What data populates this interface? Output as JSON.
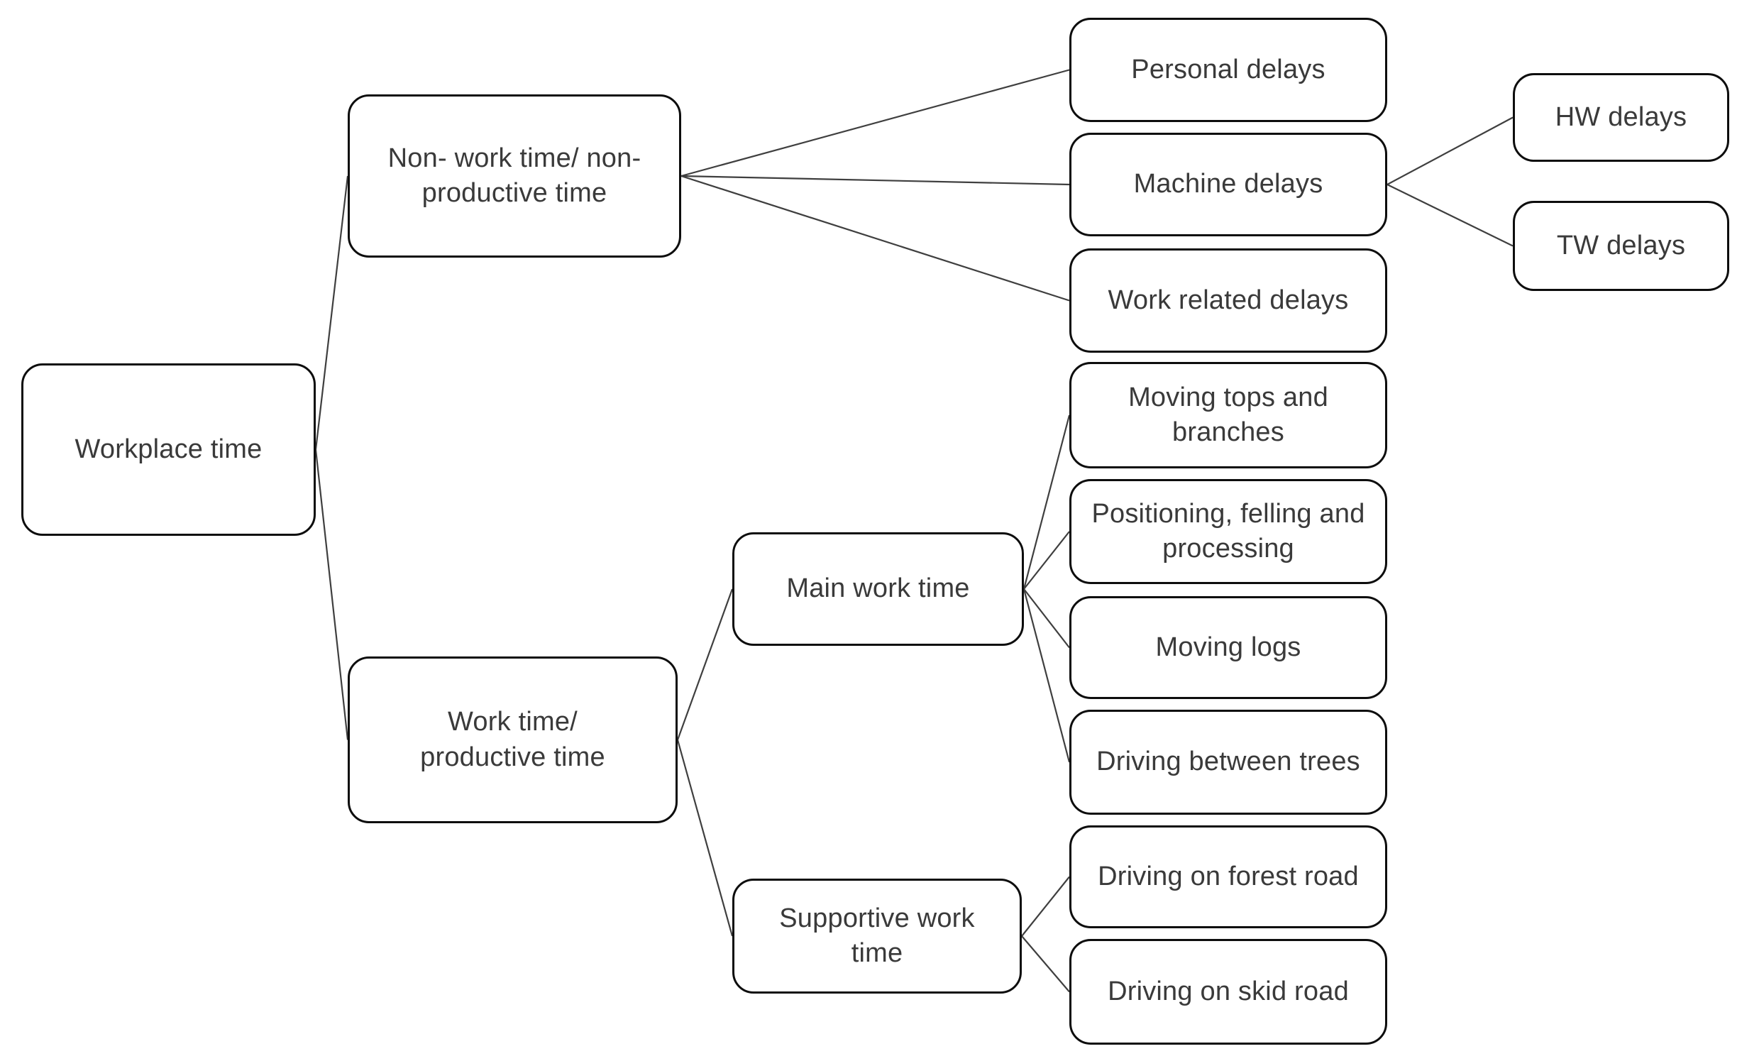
{
  "diagram": {
    "colors": {
      "background": "#ffffff",
      "box_border": "#0d0d0d",
      "text": "#3a3a3a",
      "connector": "#3f3f3f"
    },
    "nodes": {
      "workplace": {
        "label": "Workplace time"
      },
      "nonwork": {
        "label": "Non- work time/ non-\nproductive time"
      },
      "worktime": {
        "label": "Work time/\nproductive time"
      },
      "main": {
        "label": "Main work time"
      },
      "supportive": {
        "label": "Supportive work\ntime"
      },
      "personal": {
        "label": "Personal delays"
      },
      "machine": {
        "label": "Machine delays"
      },
      "workrelated": {
        "label": "Work related delays"
      },
      "movingtops": {
        "label": "Moving tops and\nbranches"
      },
      "positioning": {
        "label": "Positioning, felling and\nprocessing"
      },
      "movinglogs": {
        "label": "Moving logs"
      },
      "drivingtrees": {
        "label": "Driving between trees"
      },
      "forestroad": {
        "label": "Driving on forest road"
      },
      "skidroad": {
        "label": "Driving on skid road"
      },
      "hw": {
        "label": "HW delays"
      },
      "tw": {
        "label": "TW delays"
      }
    },
    "edges": [
      {
        "from": "workplace",
        "to": "nonwork"
      },
      {
        "from": "workplace",
        "to": "worktime"
      },
      {
        "from": "nonwork",
        "to": "personal"
      },
      {
        "from": "nonwork",
        "to": "machine"
      },
      {
        "from": "nonwork",
        "to": "workrelated"
      },
      {
        "from": "machine",
        "to": "hw"
      },
      {
        "from": "machine",
        "to": "tw"
      },
      {
        "from": "worktime",
        "to": "main"
      },
      {
        "from": "worktime",
        "to": "supportive"
      },
      {
        "from": "main",
        "to": "movingtops"
      },
      {
        "from": "main",
        "to": "positioning"
      },
      {
        "from": "main",
        "to": "movinglogs"
      },
      {
        "from": "main",
        "to": "drivingtrees"
      },
      {
        "from": "supportive",
        "to": "forestroad"
      },
      {
        "from": "supportive",
        "to": "skidroad"
      }
    ]
  }
}
